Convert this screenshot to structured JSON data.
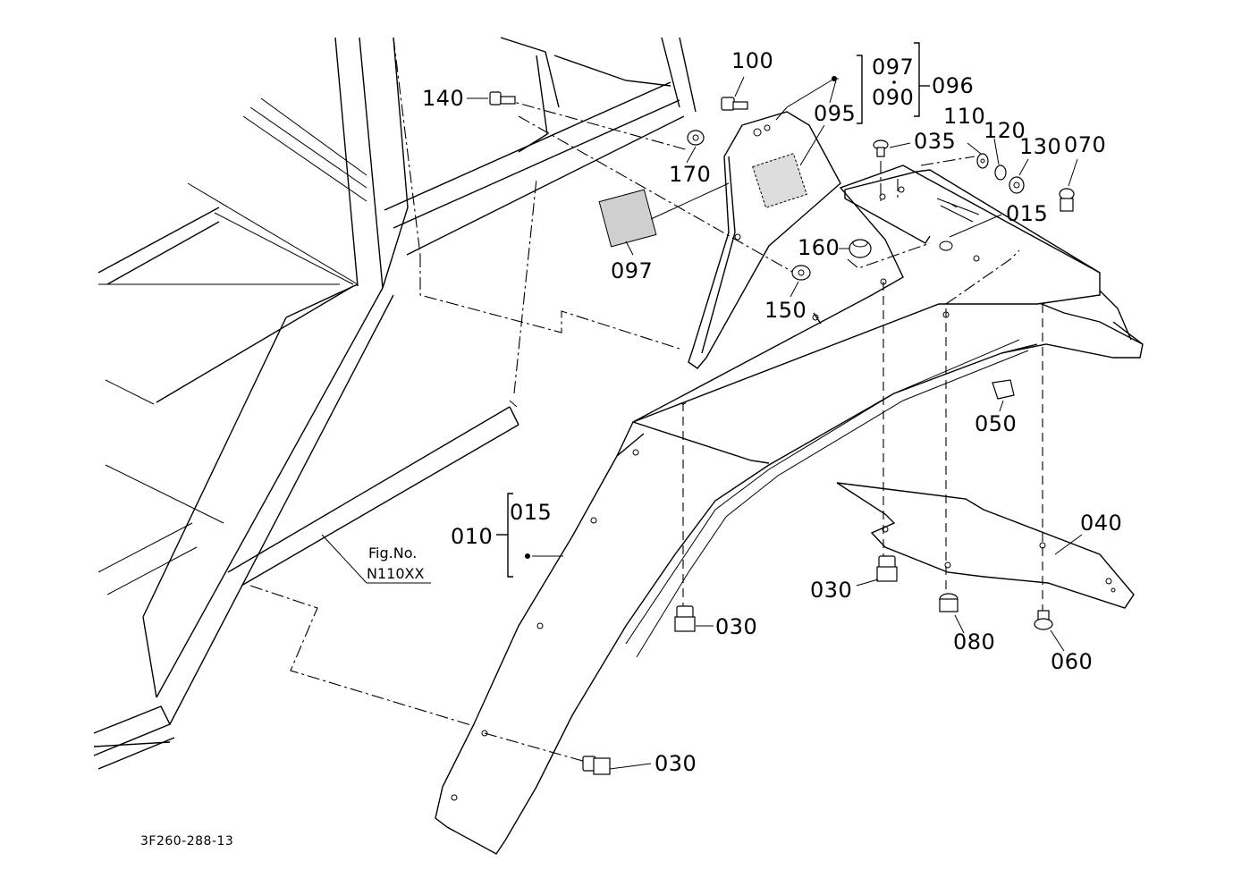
{
  "drawing_code": "3F260-288-13",
  "fig_ref": {
    "line1": "Fig.No.",
    "line2": "N110XX"
  },
  "callouts": {
    "c010": "010",
    "c015a": "015",
    "c015b": "015",
    "c030a": "030",
    "c030b": "030",
    "c030c": "030",
    "c035": "035",
    "c040": "040",
    "c050": "050",
    "c060": "060",
    "c070": "070",
    "c080": "080",
    "c090": "090",
    "c095": "095",
    "c096": "096",
    "c097a": "097",
    "c097b": "097",
    "c100": "100",
    "c110": "110",
    "c120": "120",
    "c130": "130",
    "c140": "140",
    "c150": "150",
    "c160": "160",
    "c170": "170"
  }
}
